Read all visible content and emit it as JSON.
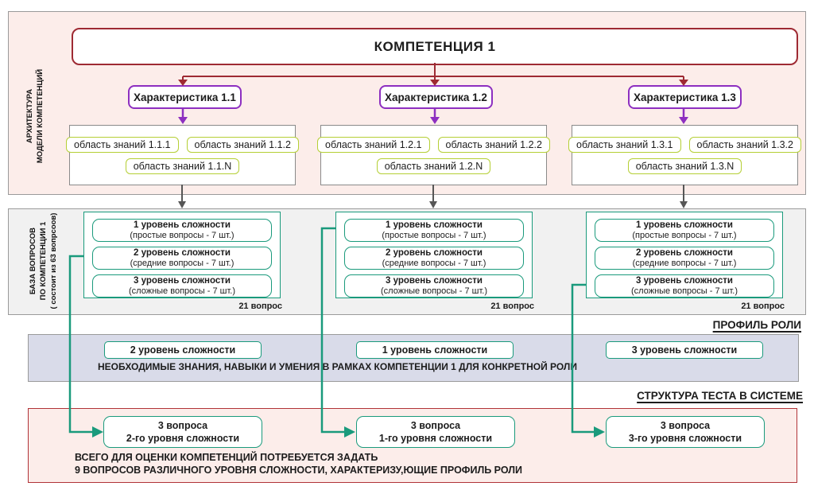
{
  "colors": {
    "accent_red": "#9e2a33",
    "accent_purple": "#8d2fc0",
    "accent_teal": "#1a9a7c",
    "accent_green": "#b5cf35",
    "bg_pink": "#fcedea",
    "bg_gray": "#f1f1f1",
    "bg_lavender": "#d9dbe9"
  },
  "architecture": {
    "side_label": [
      "АРХИТЕКТУРА",
      "МОДЕЛИ КОМПЕТЕНЦИЙ"
    ],
    "competency_title": "КОМПЕТЕНЦИЯ 1",
    "characteristics": [
      "Характеристика 1.1",
      "Характеристика 1.2",
      "Характеристика 1.3"
    ],
    "knowledge_groups": [
      [
        "область знаний 1.1.1",
        "область знаний 1.1.2",
        "область знаний 1.1.N"
      ],
      [
        "область знаний 1.2.1",
        "область знаний 1.2.2",
        "область знаний 1.2.N"
      ],
      [
        "область знаний 1.3.1",
        "область знаний 1.3.2",
        "область знаний 1.3.N"
      ]
    ]
  },
  "question_bank": {
    "side_label": [
      "БАЗА ВОПРОСОВ",
      "ПО КОМПЕТЕНЦИИ 1",
      "( состоит из 63 вопрсоов)"
    ],
    "groups": [
      {
        "levels": [
          {
            "title": "1 уровень сложности",
            "subtitle": "(простые вопросы - 7 шт.)"
          },
          {
            "title": "2 уровень сложности",
            "subtitle": "(средние вопросы - 7 шт.)"
          },
          {
            "title": "3 уровень сложности",
            "subtitle": "(сложные вопросы - 7 шт.)"
          }
        ],
        "total": "21 вопрос"
      },
      {
        "levels": [
          {
            "title": "1 уровень сложности",
            "subtitle": "(простые вопросы - 7 шт.)"
          },
          {
            "title": "2 уровень сложности",
            "subtitle": "(средние вопросы - 7 шт.)"
          },
          {
            "title": "3 уровень сложности",
            "subtitle": "(сложные вопросы - 7 шт.)"
          }
        ],
        "total": "21 вопрос"
      },
      {
        "levels": [
          {
            "title": "1 уровень сложности",
            "subtitle": "(простые вопросы - 7 шт.)"
          },
          {
            "title": "2 уровень сложности",
            "subtitle": "(средние вопросы - 7 шт.)"
          },
          {
            "title": "3 уровень сложности",
            "subtitle": "(сложные вопросы - 7 шт.)"
          }
        ],
        "total": "21 вопрос"
      }
    ]
  },
  "role_profile": {
    "heading": "ПРОФИЛЬ РОЛИ",
    "levels": [
      "2 уровень сложности",
      "1 уровень сложности",
      "3 уровень сложности"
    ],
    "description": "НЕОБХОДИМЫЕ ЗНАНИЯ, НАВЫКИ И УМЕНИЯ В РАМКАХ КОМПЕТЕНЦИИ 1 ДЛЯ КОНКРЕТНОЙ РОЛИ"
  },
  "test_structure": {
    "heading": "СТРУКТУРА ТЕСТА В СИСТЕМЕ",
    "boxes": [
      {
        "line1": "3 вопроса",
        "line2": "2-го уровня сложности"
      },
      {
        "line1": "3 вопроса",
        "line2": "1-го уровня сложности"
      },
      {
        "line1": "3 вопроса",
        "line2": "3-го уровня сложности"
      }
    ],
    "summary_line1": "ВСЕГО ДЛЯ ОЦЕНКИ КОМПЕТЕНЦИЙ ПОТРЕБУЕТСЯ ЗАДАТЬ",
    "summary_line2": "9 ВОПРОСОВ РАЗЛИЧНОГО УРОВНЯ СЛОЖНОСТИ, ХАРАКТЕРИЗУ,ЮЩИЕ ПРОФИЛЬ РОЛИ"
  }
}
